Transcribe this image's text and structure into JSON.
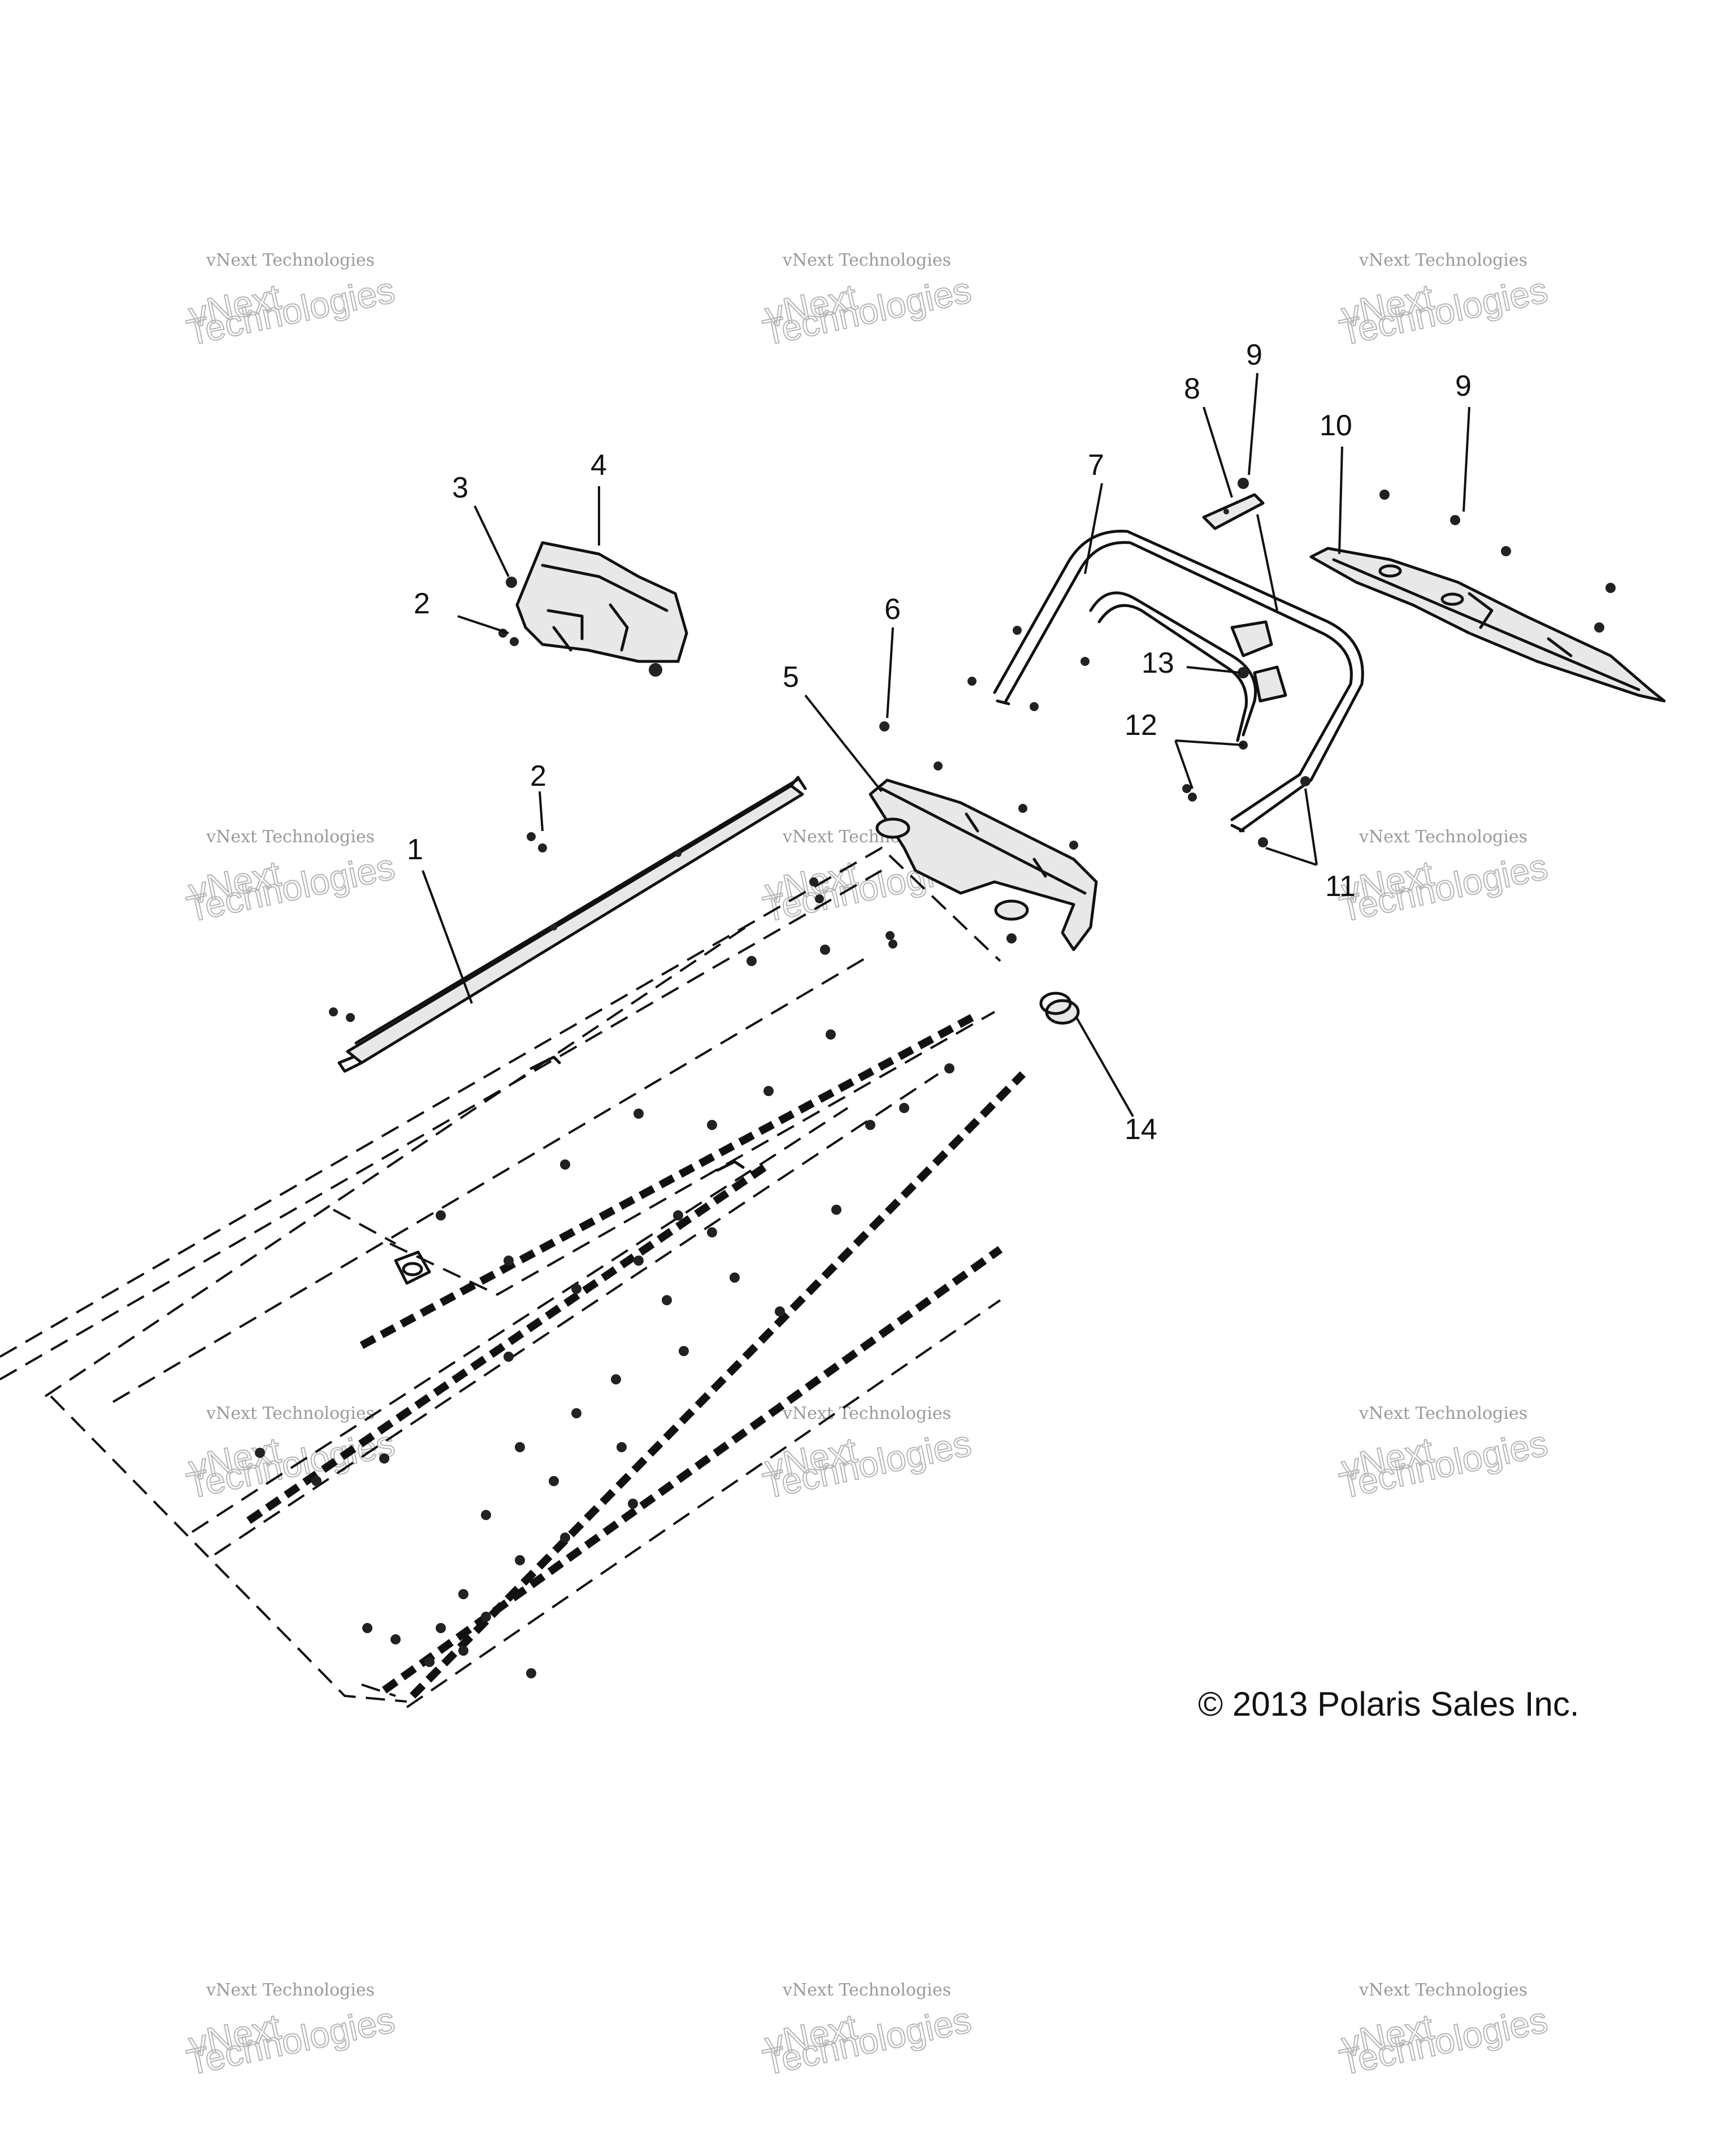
{
  "diagram": {
    "callouts": [
      {
        "id": "1",
        "label": "1"
      },
      {
        "id": "2a",
        "label": "2"
      },
      {
        "id": "2b",
        "label": "2"
      },
      {
        "id": "3",
        "label": "3"
      },
      {
        "id": "4",
        "label": "4"
      },
      {
        "id": "5",
        "label": "5"
      },
      {
        "id": "6",
        "label": "6"
      },
      {
        "id": "7",
        "label": "7"
      },
      {
        "id": "8",
        "label": "8"
      },
      {
        "id": "9a",
        "label": "9"
      },
      {
        "id": "9b",
        "label": "9"
      },
      {
        "id": "10",
        "label": "10"
      },
      {
        "id": "11",
        "label": "11"
      },
      {
        "id": "12",
        "label": "12"
      },
      {
        "id": "13",
        "label": "13"
      },
      {
        "id": "14",
        "label": "14"
      }
    ],
    "copyright": "© 2013 Polaris Sales Inc."
  },
  "watermark": {
    "line1": "vNext",
    "line2": "vNext Technologies",
    "line3": "Technologies"
  }
}
